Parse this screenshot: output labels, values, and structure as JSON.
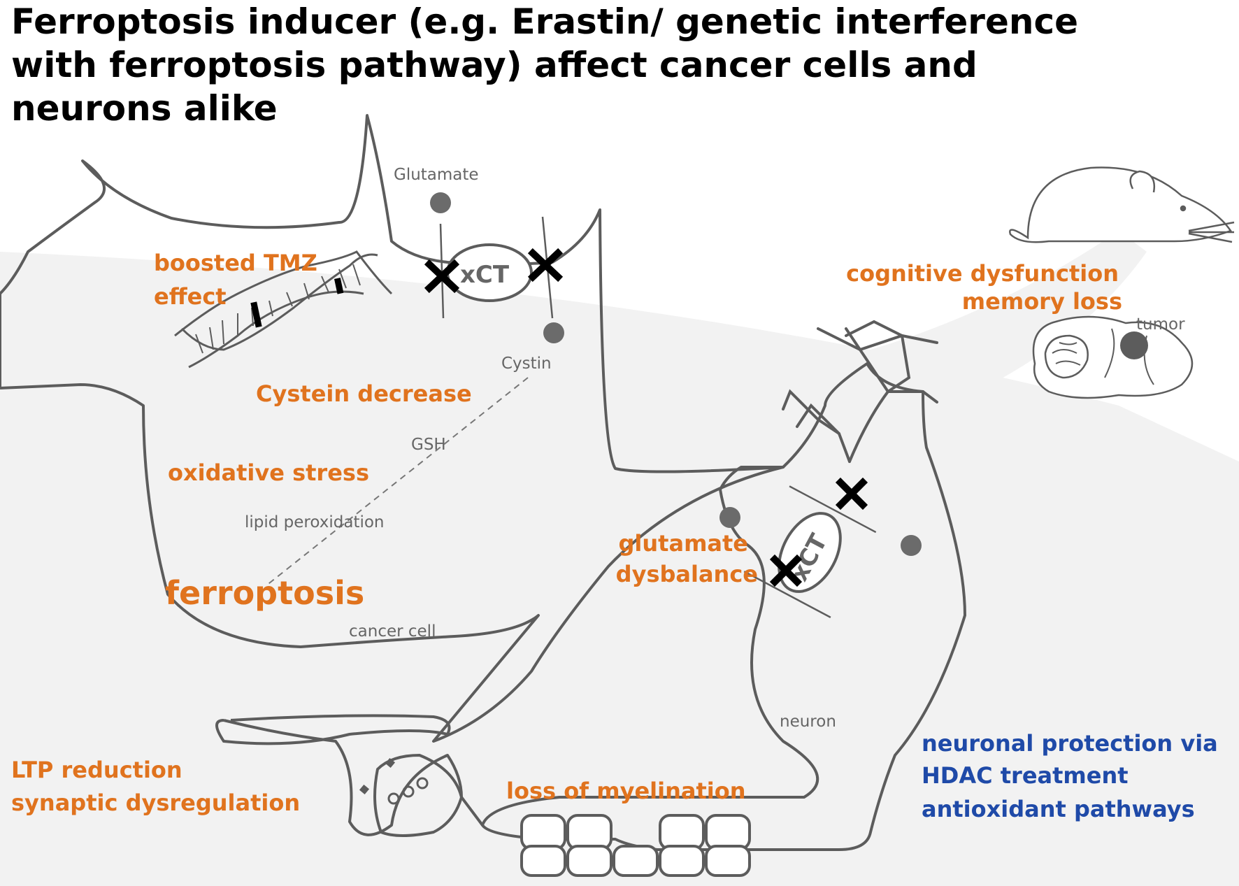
{
  "title": {
    "line1": "Ferroptosis inducer (e.g. Erastin/ genetic interference",
    "line2": "with ferroptosis pathway) affect cancer cells and",
    "line3": "neurons alike"
  },
  "labels": {
    "glutamate": "Glutamate",
    "boosted_tmz_1": "boosted TMZ",
    "boosted_tmz_2": "effect",
    "xct": "xCT",
    "cystin": "Cystin",
    "cystein_decrease": "Cystein decrease",
    "gsh": "GSH",
    "oxidative_stress": "oxidative stress",
    "lipid_peroxidation": "lipid peroxidation",
    "ferroptosis": "ferroptosis",
    "cancer_cell": "cancer cell",
    "cognitive_1": "cognitive dysfunction",
    "cognitive_2": "memory loss",
    "tumor": "tumor",
    "glutamate_dys_1": "glutamate",
    "glutamate_dys_2": "dysbalance",
    "neuron": "neuron",
    "ltp_1": "LTP reduction",
    "ltp_2": "synaptic dysregulation",
    "myelination": "loss of myelination",
    "protection_1": "neuronal protection via",
    "protection_2": "HDAC treatment",
    "protection_3": "antioxidant pathways"
  },
  "colors": {
    "orange": "#e0731e",
    "blue": "#1f4aa8",
    "outline": "#5c5c5c",
    "grey_text": "#666666",
    "background_sweep": "#f2f2f2"
  }
}
